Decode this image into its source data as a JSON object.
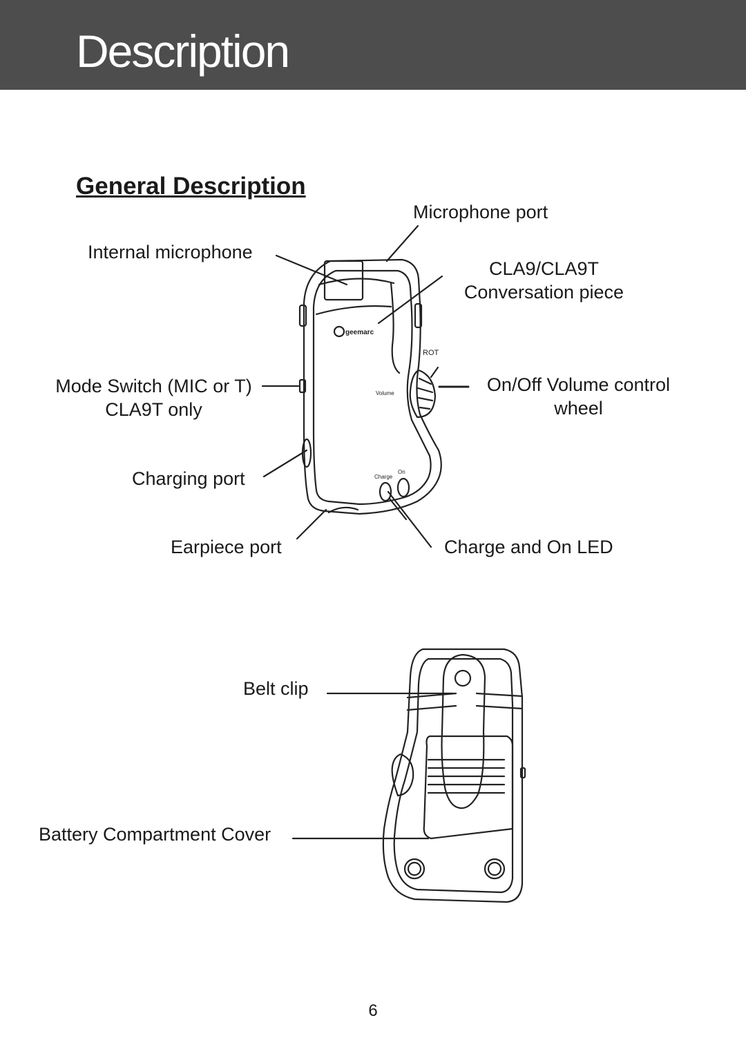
{
  "header": {
    "title": "Description"
  },
  "section": {
    "title": "General  Description"
  },
  "front_labels": {
    "microphone_port": "Microphone port",
    "internal_microphone": "Internal microphone",
    "model_line1": "CLA9/CLA9T",
    "model_line2": "Conversation piece",
    "mode_switch_line1": "Mode Switch (MIC or T)",
    "mode_switch_line2": "CLA9T only",
    "volume_line1": "On/Off Volume control",
    "volume_line2": "wheel",
    "charging_port": "Charging port",
    "earpiece_port": "Earpiece port",
    "charge_led": "Charge and On LED"
  },
  "device_markings": {
    "brand": "geemarc",
    "rot": "ROT",
    "volume": "Volume",
    "charge": "Charge",
    "on": "On"
  },
  "back_labels": {
    "belt_clip": "Belt  clip",
    "battery_cover": "Battery  Compartment Cover"
  },
  "page_number": "6"
}
